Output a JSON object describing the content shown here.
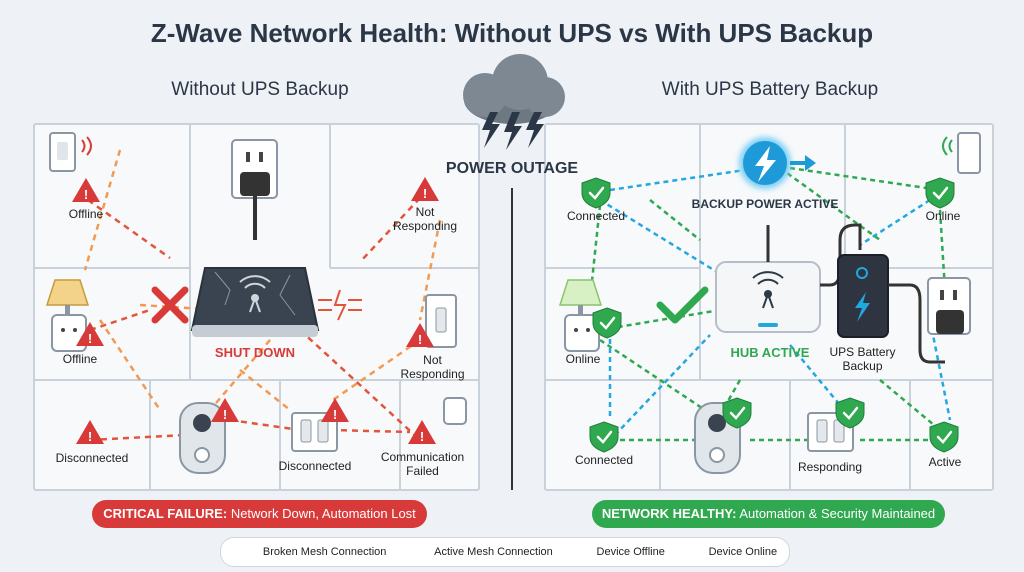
{
  "title": "Z-Wave Network Health: Without UPS vs With UPS Backup",
  "left": {
    "heading": "Without UPS Backup",
    "hub_status": "SHUT DOWN",
    "devices": {
      "sensor_tl": "Offline",
      "lamp": "Offline",
      "outlet_tr": "Not Responding",
      "switch_r": "Not Responding",
      "lock_bl": "Disconnected",
      "switch_b": "Disconnected",
      "motion_br": "Communication Failed"
    },
    "banner_bold": "CRITICAL FAILURE:",
    "banner_text": "Network Down, Automation Lost"
  },
  "center": {
    "event": "POWER OUTAGE"
  },
  "right": {
    "heading": "With UPS Battery Backup",
    "backup_status": "BACKUP POWER ACTIVE",
    "hub_status": "HUB ACTIVE",
    "ups_label": "UPS Battery Backup",
    "devices": {
      "sensor_tl": "Connected",
      "sensor_tr": "Online",
      "lamp": "Online",
      "lock_bl": "Connected",
      "switch_b": "Responding",
      "motion_br": "Active"
    },
    "banner_bold": "NETWORK HEALTHY:",
    "banner_text": "Automation & Security Maintained"
  },
  "legend": {
    "broken": "Broken Mesh Connection",
    "active": "Active Mesh Connection",
    "offline": "Device Offline",
    "online": "Device Online"
  },
  "colors": {
    "fail": "#d83a3a",
    "ok": "#2fa84f",
    "mesh_active": "#22a7e0",
    "mesh_broken": "#e2553b",
    "broken_orange": "#f29a52"
  }
}
